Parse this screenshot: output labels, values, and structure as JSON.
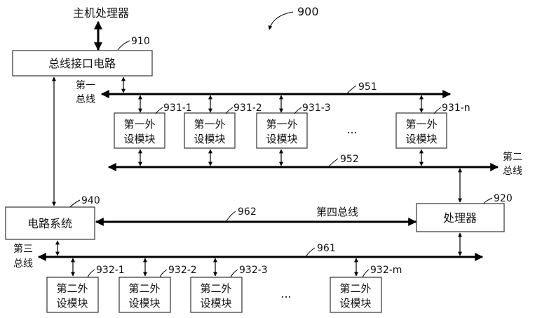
{
  "figure_ref": "900",
  "host": "主机处理器",
  "bus_interface": {
    "name": "总线接口电路",
    "ref": "910"
  },
  "processor": {
    "name": "处理器",
    "ref": "920"
  },
  "circuit_system": {
    "name": "电路系统",
    "ref": "940"
  },
  "buses": {
    "first": {
      "line1": "第一",
      "line2": "总线",
      "ref": "951"
    },
    "second": {
      "line1": "第二",
      "line2": "总线",
      "ref": "952"
    },
    "third": {
      "line1": "第三",
      "line2": "总线",
      "ref": "961"
    },
    "fourth": {
      "name": "第四总线",
      "ref": "962"
    }
  },
  "first_peripherals": [
    {
      "line1": "第一外",
      "line2": "设模块",
      "ref": "931-1"
    },
    {
      "line1": "第一外",
      "line2": "设模块",
      "ref": "931-2"
    },
    {
      "line1": "第一外",
      "line2": "设模块",
      "ref": "931-3"
    },
    {
      "line1": "第一外",
      "line2": "设模块",
      "ref": "931-n"
    }
  ],
  "second_peripherals": [
    {
      "line1": "第二外",
      "line2": "设模块",
      "ref": "932-1"
    },
    {
      "line1": "第二外",
      "line2": "设模块",
      "ref": "932-2"
    },
    {
      "line1": "第二外",
      "line2": "设模块",
      "ref": "932-3"
    },
    {
      "line1": "第二外",
      "line2": "设模块",
      "ref": "932-m"
    }
  ],
  "ellipsis": "..."
}
